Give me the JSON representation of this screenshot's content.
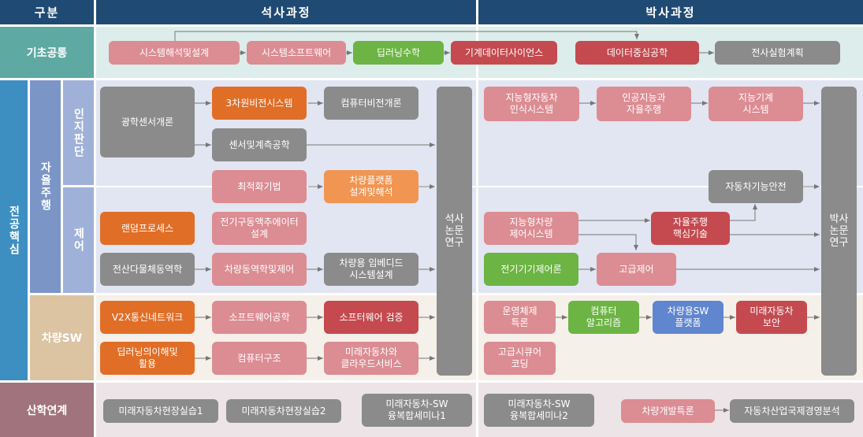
{
  "header": {
    "category": "구분",
    "masters": "석사과정",
    "doctoral": "박사과정"
  },
  "rows": {
    "basic": "기초공통",
    "major": "전공핵심",
    "autonomous": "자율주행",
    "perception": "인지판단",
    "control": "제어",
    "vehicle_sw": "차량SW",
    "industry": "산학연계"
  },
  "basic": {
    "b1": "시스템해석및설계",
    "b2": "시스템소프트웨어",
    "b3": "딥러닝수학",
    "b4": "기계데이터사이언스",
    "b5": "데이터중심공학",
    "b6": "전사실험계획"
  },
  "perception": {
    "p1": "광학센서개론",
    "p2": "3차원비전시스템",
    "p3": "컴퓨터비전개론",
    "p4": "센서및계측공학",
    "p5": "최적화기법",
    "p6": "차량플랫폼\n설계및해석",
    "d1": "지능형자동차\n인식시스템",
    "d2": "인공지능과\n자율주행",
    "d3": "지능기계\n시스템",
    "d4": "자동차기능안전"
  },
  "control": {
    "c1": "랜덤프로세스",
    "c2": "전기구동액추에이터\n설계",
    "c3": "전산다물체동역학",
    "c4": "차량동역학및제어",
    "c5": "차량용 임베디드\n시스템설계",
    "d1": "지능형차량\n제어시스템",
    "d2": "자율주행\n핵심기술",
    "d3": "전기기기제어론",
    "d4": "고급제어"
  },
  "thesis": {
    "masters": "석사\n논문\n연구",
    "doctoral": "박사\n논문\n연구"
  },
  "vehicle_sw": {
    "s1": "V2X통신네트워크",
    "s2": "소프트웨어공학",
    "s3": "소프터웨어 검증",
    "s4": "딥러닝의이해및\n활용",
    "s5": "컴퓨터구조",
    "s6": "미래자동차와\n클라우드서비스",
    "d1": "운영체제\n특론",
    "d2": "컴퓨터\n알고리즘",
    "d3": "차량용SW\n플랫폼",
    "d4": "미래자동차\n보안",
    "d5": "고급시큐어\n코딩"
  },
  "industry": {
    "i1": "미래자동차현장실습1",
    "i2": "미래자동차현장실습2",
    "i3": "미래자동차-SW\n융복합세미나1",
    "i4": "미래자동차-SW\n융복합세미나2",
    "i5": "차량개발특론",
    "i6": "자동차산업국제경영분석"
  },
  "colors": {
    "header": "#1f4a73",
    "pink": "#dc8c93",
    "green": "#6cb444",
    "red": "#c44a4f",
    "gray": "#8b8b8b",
    "orange": "#e16e27",
    "light_orange": "#f19552",
    "blue": "#5f86cf"
  }
}
